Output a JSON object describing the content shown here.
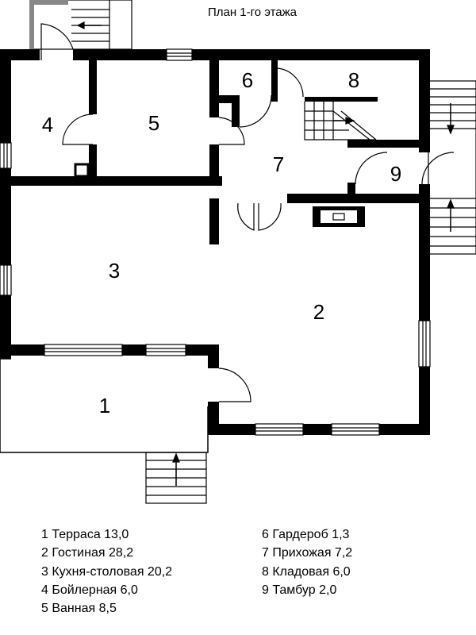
{
  "title": "План 1-го этажа",
  "rooms": [
    {
      "num": "1",
      "name": "Терраса",
      "area": "13,0"
    },
    {
      "num": "2",
      "name": "Гостиная",
      "area": "28,2"
    },
    {
      "num": "3",
      "name": "Кухня-столовая",
      "area": "20,2"
    },
    {
      "num": "4",
      "name": "Бойлерная",
      "area": "6,0"
    },
    {
      "num": "5",
      "name": "Ванная",
      "area": "8,5"
    },
    {
      "num": "6",
      "name": "Гардероб",
      "area": "1,3"
    },
    {
      "num": "7",
      "name": "Прихожая",
      "area": "7,2"
    },
    {
      "num": "8",
      "name": "Кладовая",
      "area": "6,0"
    },
    {
      "num": "9",
      "name": "Тамбур",
      "area": "2,0"
    }
  ],
  "legend": {
    "left": [
      "1 Терраса 13,0",
      "2 Гостиная 28,2",
      "3 Кухня-столовая 20,2",
      "4 Бойлерная 6,0",
      "5 Ванная 8,5"
    ],
    "right": [
      "6 Гардероб 1,3",
      "7 Прихожая 7,2",
      "8 Кладовая 6,0",
      "9 Тамбур 2,0"
    ]
  },
  "colors": {
    "wall": "#000000",
    "outline": "#000000",
    "background": "#ffffff",
    "frame": "#888888"
  }
}
